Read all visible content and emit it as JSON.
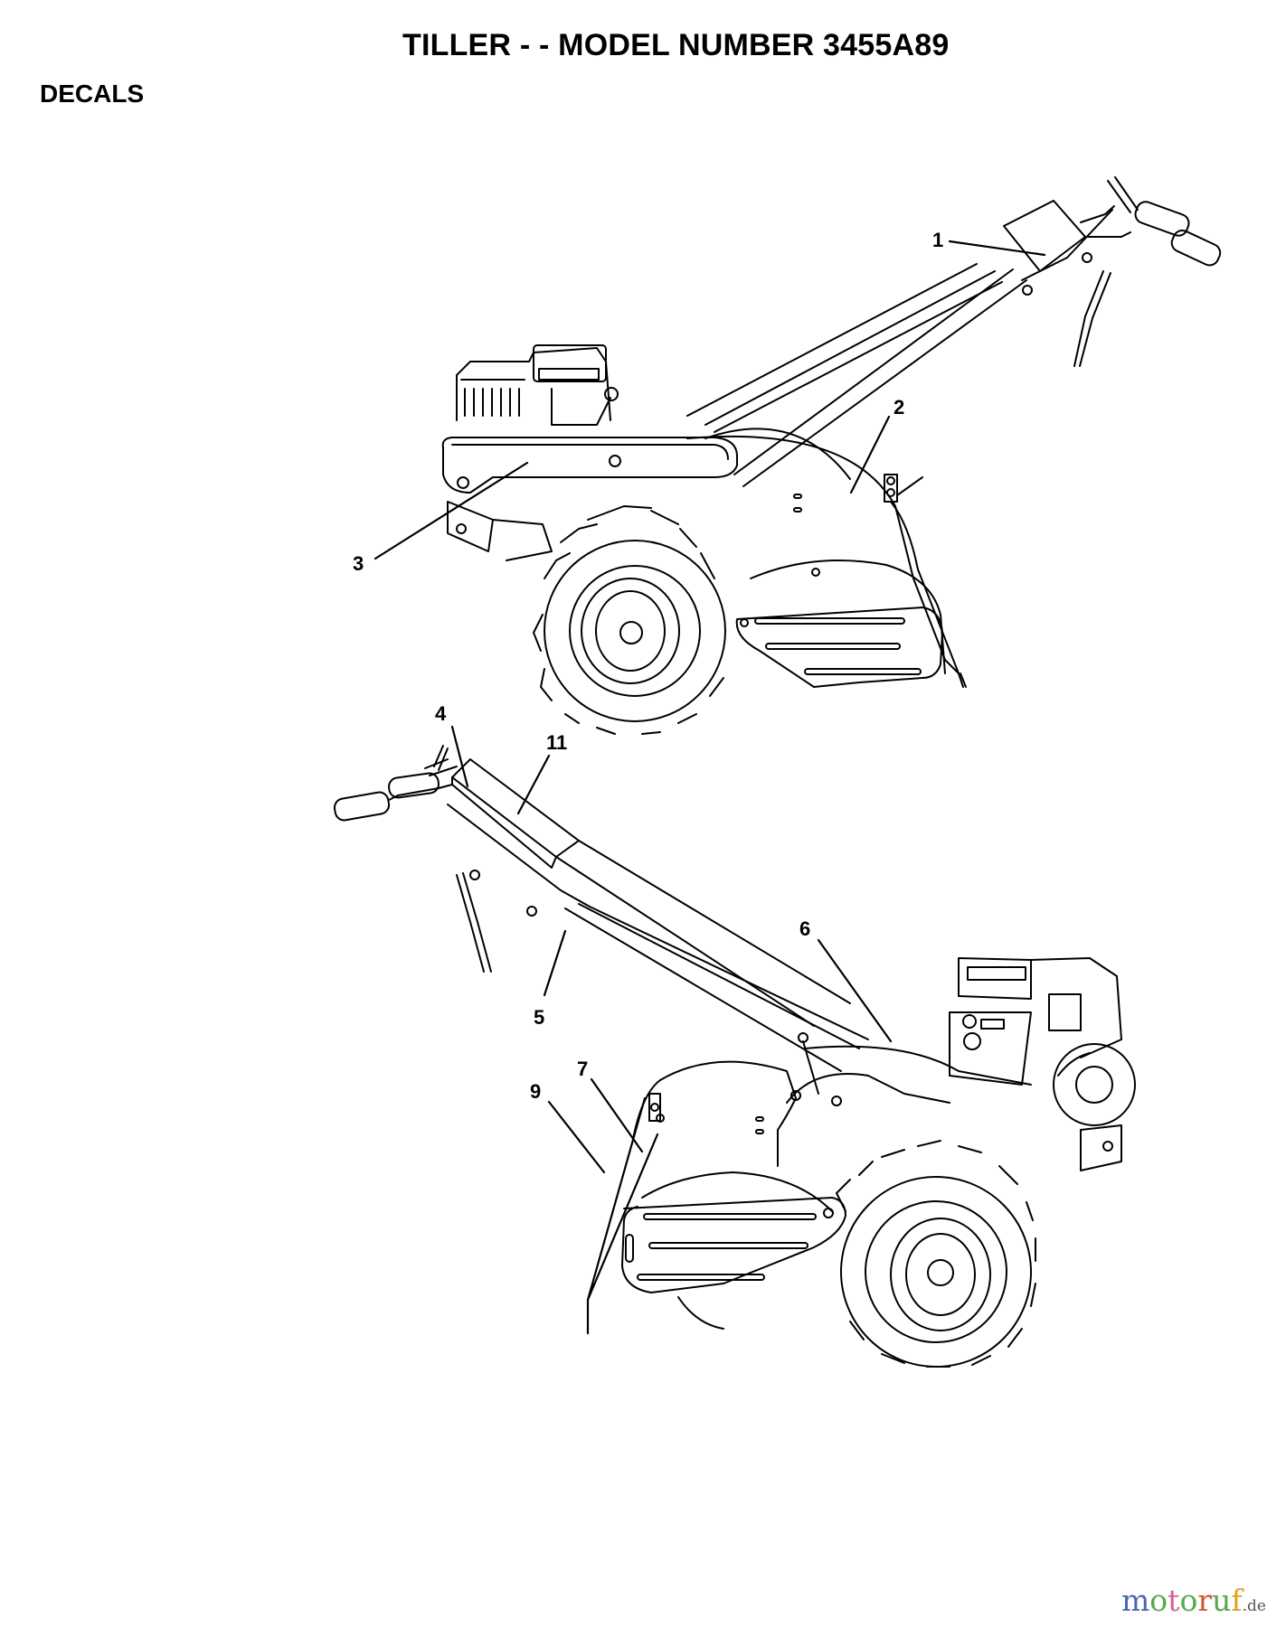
{
  "page": {
    "title": "TILLER - - MODEL NUMBER 3455A89",
    "section_heading": "DECALS"
  },
  "callouts": [
    {
      "id": "1",
      "label": "1"
    },
    {
      "id": "2",
      "label": "2"
    },
    {
      "id": "3",
      "label": "3"
    },
    {
      "id": "4",
      "label": "4"
    },
    {
      "id": "11",
      "label": "11"
    },
    {
      "id": "5",
      "label": "5"
    },
    {
      "id": "6",
      "label": "6"
    },
    {
      "id": "7",
      "label": "7"
    },
    {
      "id": "9",
      "label": "9"
    }
  ],
  "figures": [
    {
      "name": "tiller-right-side-view",
      "callouts": [
        "1",
        "2",
        "3"
      ]
    },
    {
      "name": "tiller-left-side-view",
      "callouts": [
        "4",
        "11",
        "5",
        "6",
        "7",
        "9"
      ]
    }
  ],
  "watermark": {
    "letters": [
      {
        "char": "m",
        "color": "#4a66b4"
      },
      {
        "char": "o",
        "color": "#58a94c"
      },
      {
        "char": "t",
        "color": "#d6628e"
      },
      {
        "char": "o",
        "color": "#58a94c"
      },
      {
        "char": "r",
        "color": "#d4562c"
      },
      {
        "char": "u",
        "color": "#58a94c"
      },
      {
        "char": "f",
        "color": "#e0a020"
      }
    ],
    "suffix": ".de"
  }
}
